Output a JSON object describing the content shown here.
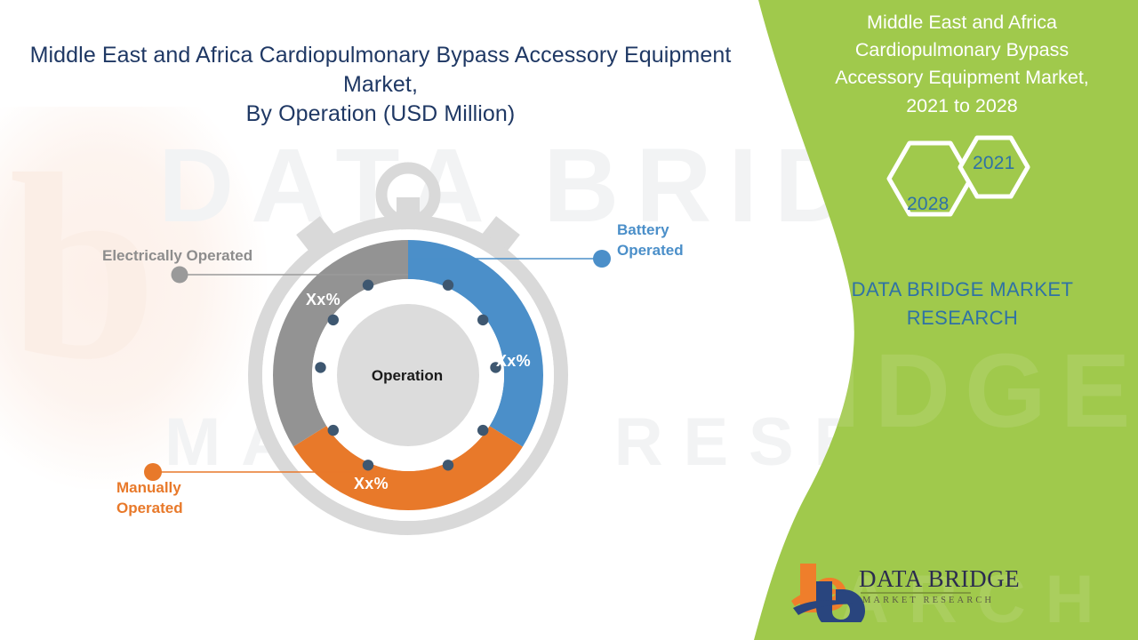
{
  "chart_title": "Middle East and Africa Cardiopulmonary Bypass Accessory Equipment Market, By Operation (USD Million)",
  "chart_title_line1": "Middle East and Africa Cardiopulmonary Bypass Accessory Equipment Market,",
  "chart_title_line2": "By Operation (USD Million)",
  "panel": {
    "title_line1": "Middle East and Africa",
    "title_line2": "Cardiopulmonary Bypass",
    "title_line3": "Accessory Equipment Market,",
    "title_line4": "2021 to 2028",
    "hex_front_year": "2021",
    "hex_back_year": "2028",
    "brand_line1": "DATA BRIDGE MARKET",
    "brand_line2": "RESEARCH",
    "bg_color": "#a0c94c"
  },
  "logo": {
    "word": "DATA BRIDGE",
    "subtitle": "MARKET RESEARCH",
    "orange": "#ef7e2b",
    "blue": "#29457e"
  },
  "watermark": {
    "top": "DATA BRIDGE",
    "bottom": "MARKET RESEARCH"
  },
  "center_label": "Operation",
  "chart_data": {
    "type": "pie",
    "title": "Middle East and Africa Cardiopulmonary Bypass Accessory Equipment Market, By Operation (USD Million)",
    "subtitle": "Operation",
    "legend_position": "callout-labels",
    "value_format": "percent",
    "categories": [
      "Battery Operated",
      "Manually Operated",
      "Electrically Operated"
    ],
    "values": [
      34,
      32,
      34
    ],
    "value_labels": [
      "Xx%",
      "Xx%",
      "Xx%"
    ],
    "colors": [
      "#4b8fc9",
      "#e8792a",
      "#939393"
    ],
    "series": [
      {
        "name": "Operation",
        "points": [
          {
            "label": "Battery Operated",
            "value_label": "Xx%",
            "color": "#4b8fc9",
            "start_deg": 0,
            "end_deg": 122
          },
          {
            "label": "Manually Operated",
            "value_label": "Xx%",
            "color": "#e8792a",
            "start_deg": 122,
            "end_deg": 238
          },
          {
            "label": "Electrically Operated",
            "value_label": "Xx%",
            "color": "#939393",
            "start_deg": 238,
            "end_deg": 360
          }
        ]
      }
    ]
  },
  "callouts": {
    "battery": {
      "line1": "Battery",
      "line2": "Operated",
      "color": "#4b8fc9"
    },
    "manually": {
      "line1": "Manually",
      "line2": "Operated",
      "color": "#e8792a"
    },
    "electrically": {
      "line1": "Electrically  Operated",
      "color": "#8d8d8d"
    }
  }
}
